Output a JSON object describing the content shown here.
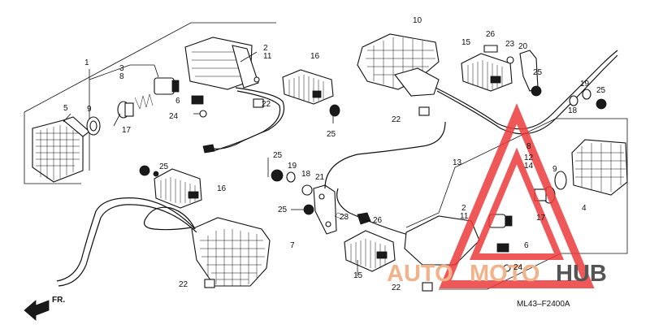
{
  "diagram": {
    "code": "ML43–F2400A",
    "direction_label": "FR.",
    "colors": {
      "watermark": "#ec3b3b",
      "watermark_text": "#f2b38a"
    },
    "watermark": {
      "text_a": "AUTO",
      "text_b": "MOTO",
      "text_c": "HUB"
    },
    "labels": {
      "l1": "1",
      "l2": "2",
      "l11": "11",
      "l3": "3",
      "l8": "8",
      "l9": "9",
      "l5": "5",
      "l17": "17",
      "l6": "6",
      "l24": "24",
      "l22a": "22",
      "l16a": "16",
      "l25a": "25",
      "l25b": "25",
      "l16b": "16",
      "l7": "7",
      "l22b": "22",
      "fr": "FR.",
      "l10": "10",
      "l15a": "15",
      "l26a": "26",
      "l23a": "23",
      "l20": "20",
      "l25c": "25",
      "l19a": "19",
      "l18a": "18",
      "l25d": "25",
      "l22c": "22",
      "l25e": "25",
      "l19b": "19",
      "l18b": "18",
      "l21": "21",
      "l25f": "25",
      "l23b": "23",
      "l26b": "26",
      "l15b": "15",
      "l22d": "22",
      "l13": "13",
      "l2b": "2",
      "l11b": "11",
      "l8b": "8",
      "l12": "12",
      "l14": "14",
      "l9b": "9",
      "l17b": "17",
      "l4": "4",
      "l6b": "6",
      "l24b": "24"
    }
  }
}
